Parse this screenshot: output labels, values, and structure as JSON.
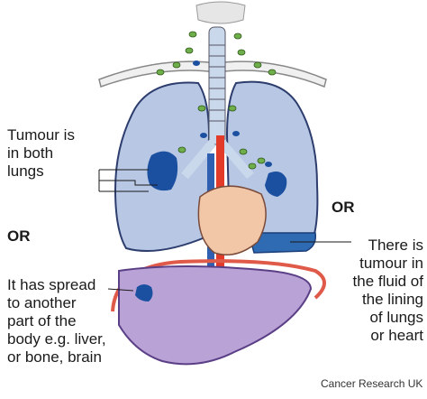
{
  "labels": {
    "both_lungs": "Tumour is\nin both\nlungs",
    "or_left": "OR",
    "or_right": "OR",
    "spread": "It has spread\nto another\npart of the\nbody e.g. liver,\nor bone, brain",
    "fluid": "There is\ntumour in\nthe fluid of\nthe lining\nof lungs\nor heart"
  },
  "credit": "Cancer Research UK",
  "colors": {
    "lung_fill": "#b7c7e4",
    "lung_outline": "#2c3d6e",
    "tumour": "#1b4fa0",
    "heart": "#f2c7a8",
    "liver": "#b9a2d6",
    "fluid": "#2e6bb3",
    "artery": "#e23b2a",
    "vein": "#2e5fb0",
    "lymph_node_green": "#6fae4a",
    "trachea": "#c9d8ea"
  }
}
